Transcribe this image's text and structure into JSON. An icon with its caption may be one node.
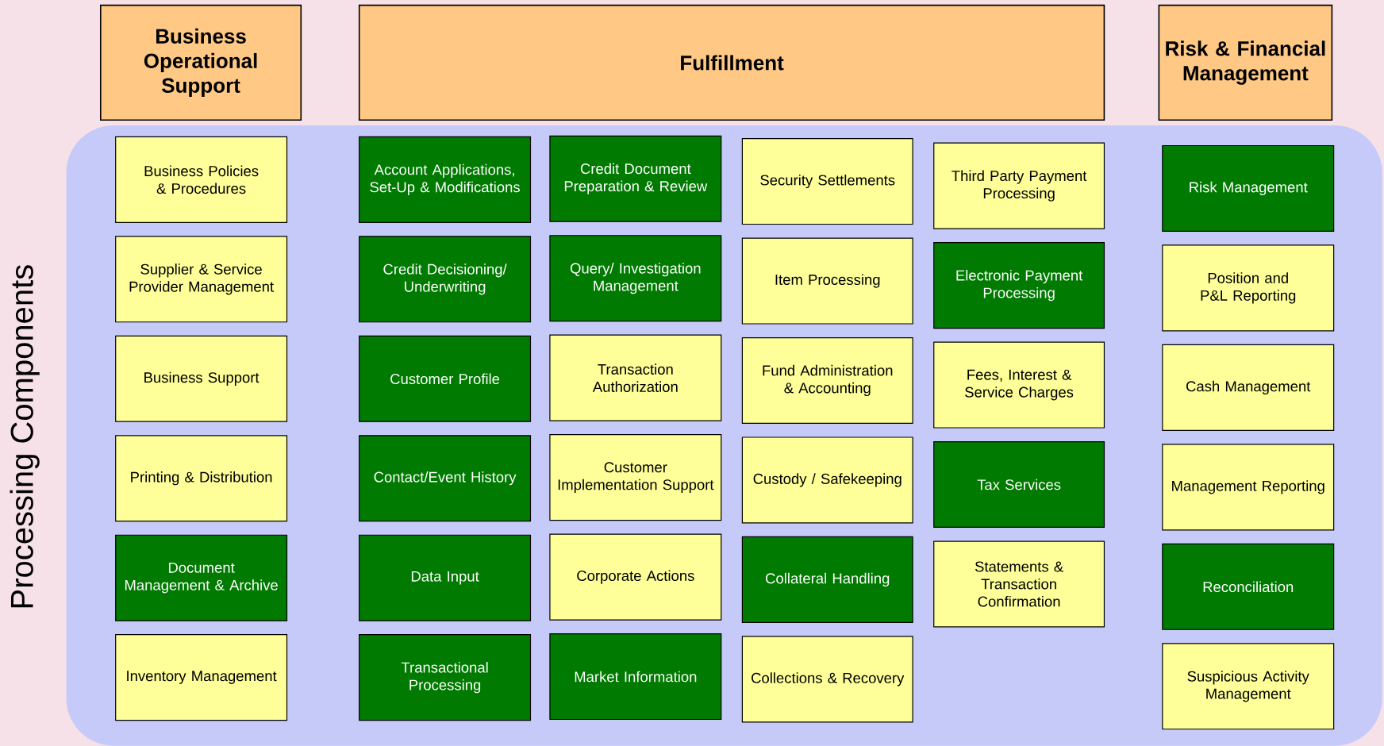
{
  "diagram": {
    "nodes": [
      {
        "text": [
          "Business Operational Support"
        ]
      },
      {
        "text": [
          "Fulfillment"
        ]
      },
      {
        "text": [
          "Risk & Financial Management"
        ]
      },
      {
        "text": [
          "Processing Components"
        ]
      },
      {
        "text": [
          "Business Policies & Procedures"
        ],
        "in": 3
      },
      {
        "text": [
          "Supplier & Service Provider Management"
        ],
        "in": 3
      },
      {
        "text": [
          "Business Support"
        ],
        "in": 3
      },
      {
        "text": [
          "Printing & Distribution"
        ],
        "in": 3
      },
      {
        "text": [
          "Document Management & Archive"
        ],
        "in": 3
      },
      {
        "text": [
          "Inventory Management"
        ],
        "in": 3
      },
      {
        "text": [
          "Account Applications, Set-Up & Modifications"
        ],
        "in": 3
      },
      {
        "text": [
          "Credit Decisioning/ Underwriting"
        ],
        "in": 3
      },
      {
        "text": [
          "Customer Profile"
        ],
        "in": 3
      },
      {
        "text": [
          "Contact/Event History"
        ],
        "in": 3
      },
      {
        "text": [
          "Data Input"
        ],
        "in": 3
      },
      {
        "text": [
          "Transactional Processing"
        ],
        "in": 3
      },
      {
        "text": [
          "Credit Document Preparation & Review"
        ],
        "in": 3
      },
      {
        "text": [
          "Query/ Investigation Management"
        ],
        "in": 3
      },
      {
        "text": [
          "Transaction Authorization"
        ],
        "in": 3
      },
      {
        "text": [
          "Customer Implementation Support"
        ],
        "in": 3
      },
      {
        "text": [
          "Corporate Actions"
        ],
        "in": 3
      },
      {
        "text": [
          "Market Information"
        ],
        "in": 3
      },
      {
        "text": [
          "Security Settlements"
        ],
        "in": 3
      },
      {
        "text": [
          "Item Processing"
        ],
        "in": 3
      },
      {
        "text": [
          "Fund Administration & Accounting"
        ],
        "in": 3
      },
      {
        "text": [
          "Custody / Safekeeping"
        ],
        "in": 3
      },
      {
        "text": [
          "Collateral Handling"
        ],
        "in": 3
      },
      {
        "text": [
          "Collections & Recovery"
        ],
        "in": 3
      },
      {
        "text": [
          "Third Party Payment Processing"
        ],
        "in": 3
      },
      {
        "text": [
          "Electronic Payment Processing"
        ],
        "in": 3
      },
      {
        "text": [
          "Fees, Interest & Service Charges"
        ],
        "in": 3
      },
      {
        "text": [
          "Tax Services"
        ],
        "in": 3
      },
      {
        "text": [
          "Statements & Transaction Confirmation"
        ],
        "in": 3
      },
      {
        "text": [
          "Risk Management"
        ],
        "in": 3
      },
      {
        "text": [
          "Position and P&L Reporting"
        ],
        "in": 3
      },
      {
        "text": [
          "Cash Management"
        ],
        "in": 3
      },
      {
        "text": [
          "Management Reporting"
        ],
        "in": 3
      },
      {
        "text": [
          "Reconciliation"
        ],
        "in": 3
      },
      {
        "text": [
          "Suspicious Activity Management"
        ],
        "in": 3
      }
    ]
  }
}
